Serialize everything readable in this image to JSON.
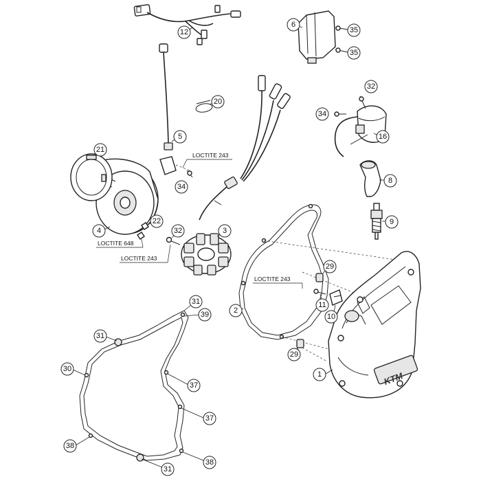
{
  "diagram": {
    "callouts": [
      {
        "id": "c12",
        "label": "12"
      },
      {
        "id": "c6",
        "label": "6"
      },
      {
        "id": "c35a",
        "label": "35"
      },
      {
        "id": "c35b",
        "label": "35"
      },
      {
        "id": "c32a",
        "label": "32"
      },
      {
        "id": "c20",
        "label": "20"
      },
      {
        "id": "c34a",
        "label": "34"
      },
      {
        "id": "c16",
        "label": "16"
      },
      {
        "id": "c5",
        "label": "5"
      },
      {
        "id": "c21",
        "label": "21"
      },
      {
        "id": "c8",
        "label": "8"
      },
      {
        "id": "c34b",
        "label": "34"
      },
      {
        "id": "c9",
        "label": "9"
      },
      {
        "id": "c3",
        "label": "3"
      },
      {
        "id": "c4",
        "label": "4"
      },
      {
        "id": "c22",
        "label": "22"
      },
      {
        "id": "c32b",
        "label": "32"
      },
      {
        "id": "c29a",
        "label": "29"
      },
      {
        "id": "c31a",
        "label": "31"
      },
      {
        "id": "c2",
        "label": "2"
      },
      {
        "id": "c11",
        "label": "11"
      },
      {
        "id": "c39",
        "label": "39"
      },
      {
        "id": "c10",
        "label": "10"
      },
      {
        "id": "c31b",
        "label": "31"
      },
      {
        "id": "c29b",
        "label": "29"
      },
      {
        "id": "c30",
        "label": "30"
      },
      {
        "id": "c1",
        "label": "1"
      },
      {
        "id": "c37a",
        "label": "37"
      },
      {
        "id": "c37b",
        "label": "37"
      },
      {
        "id": "c38a",
        "label": "38"
      },
      {
        "id": "c38b",
        "label": "38"
      },
      {
        "id": "c31c",
        "label": "31"
      }
    ],
    "notes": [
      {
        "id": "n1",
        "text": "LOCTITE 243"
      },
      {
        "id": "n2",
        "text": "LOCTITE 648"
      },
      {
        "id": "n3",
        "text": "LOCTITE 243"
      },
      {
        "id": "n4",
        "text": "LOCTITE 243"
      }
    ],
    "brand": "KTM"
  }
}
